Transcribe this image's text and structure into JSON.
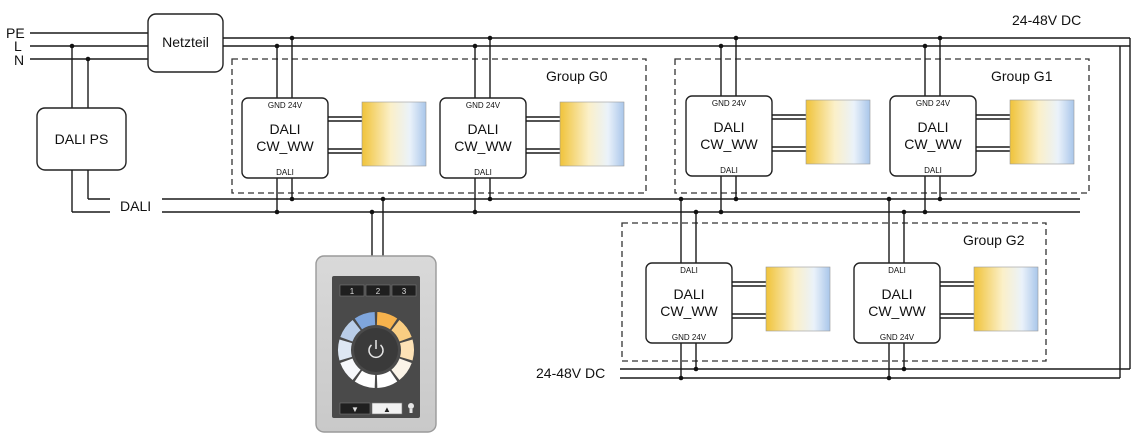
{
  "mains": {
    "pe": "PE",
    "l": "L",
    "n": "N"
  },
  "supply": {
    "netzteil": "Netzteil",
    "dali_ps": "DALI PS",
    "voltage_top": "24-48V DC",
    "voltage_bottom": "24-48V DC"
  },
  "bus": {
    "dali": "DALI"
  },
  "groups": [
    {
      "id": "G0",
      "label": "Group G0"
    },
    {
      "id": "G1",
      "label": "Group G1"
    },
    {
      "id": "G2",
      "label": "Group G2"
    }
  ],
  "driver": {
    "line1": "DALI",
    "line2": "CW_WW",
    "pin_power": "GND 24V",
    "pin_dali": "DALI"
  },
  "panel": {
    "buttons": [
      "1",
      "2",
      "3"
    ],
    "down": "▼",
    "up": "▲",
    "power_icon": "power-icon",
    "bulb_icon": "bulb-icon"
  },
  "colors": {
    "wheel": [
      "#f6b24d",
      "#f9cd82",
      "#fde2b6",
      "#fbf4e8",
      "#ffffff",
      "#ffffff",
      "#f6f8fb",
      "#dde7f3",
      "#b9cde8",
      "#7fa6dd"
    ],
    "led_gradient": [
      "#f0c33a",
      "#fbf0c9",
      "#eaf2fa",
      "#a9c6ea"
    ]
  }
}
